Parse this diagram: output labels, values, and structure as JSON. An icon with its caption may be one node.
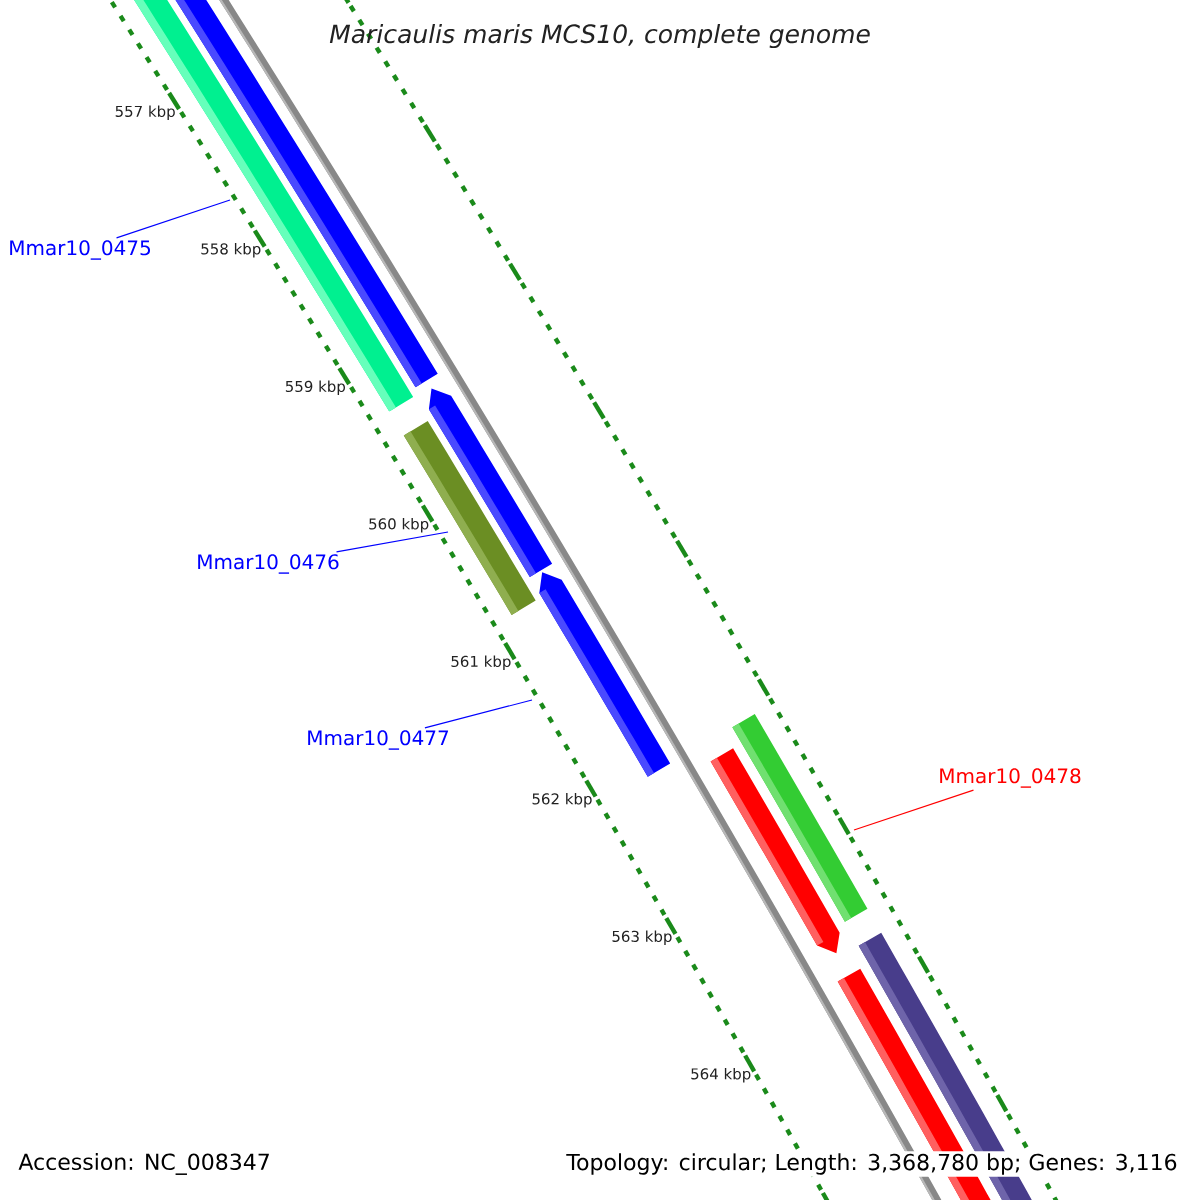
{
  "diagram": {
    "title": "Maricaulis maris MCS10, complete genome",
    "nodes": [
      {
        "text": [
          "Mmar10_0475"
        ]
      },
      {
        "text": [
          "Mmar10_0476"
        ]
      },
      {
        "text": [
          "Mmar10_0477"
        ]
      },
      {
        "text": [
          "Mmar10_0478"
        ]
      }
    ],
    "edges": [
      {
        "from": 0,
        "to": null,
        "arrow": "none"
      },
      {
        "from": 1,
        "to": null,
        "arrow": "none"
      },
      {
        "from": 2,
        "to": null,
        "arrow": "none"
      },
      {
        "from": 3,
        "to": null,
        "arrow": "none",
        "color": "#ff0000"
      }
    ],
    "labels": [
      "557 kbp",
      "558 kbp",
      "559 kbp",
      "560 kbp",
      "561 kbp",
      "562 kbp",
      "563 kbp",
      "564 kbp",
      "Accession: NC_008347",
      "Topology: circular; Length: 3,368,780 bp; Genes: 3,116"
    ]
  }
}
